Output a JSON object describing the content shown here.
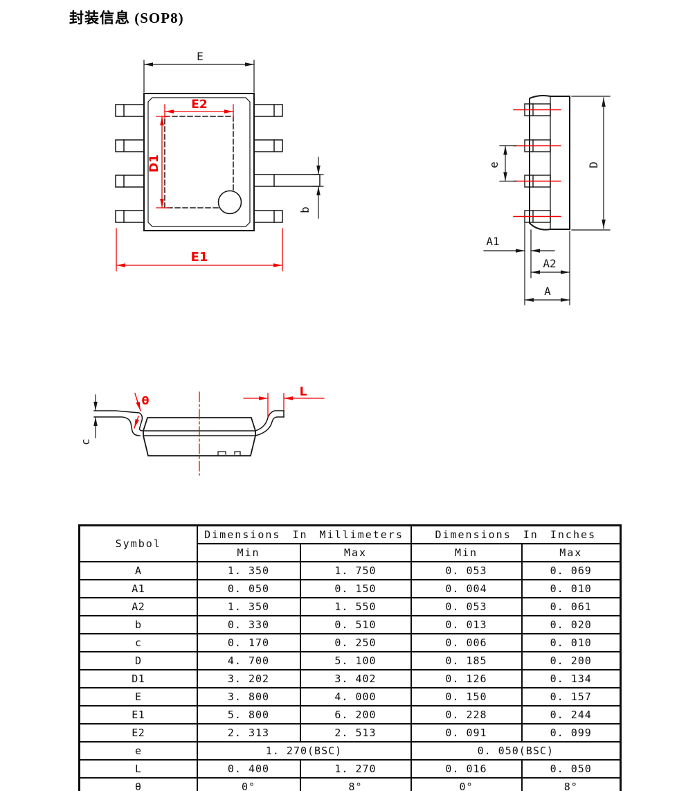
{
  "page": {
    "title": "封装信息 (SOP8)"
  },
  "colors": {
    "line": "#161616",
    "red": "#f10000",
    "background": "#ffffff"
  },
  "top_view": {
    "name": "package top view",
    "labels": {
      "E": "E",
      "E2": "E2",
      "D1": "D1",
      "E1": "E1",
      "b": "b"
    }
  },
  "side_view": {
    "name": "package end view",
    "labels": {
      "e": "e",
      "D": "D",
      "A1": "A1",
      "A2": "A2",
      "A": "A"
    }
  },
  "profile_view": {
    "name": "package side profile view",
    "labels": {
      "theta": "θ",
      "L": "L",
      "c": "c"
    }
  },
  "table": {
    "headers": {
      "symbol": "Symbol",
      "mm": "Dimensions In Millimeters",
      "inch": "Dimensions In Inches",
      "min": "Min",
      "max": "Max"
    },
    "rows": [
      {
        "symbol": "A",
        "mm_min": "1. 350",
        "mm_max": "1. 750",
        "in_min": "0. 053",
        "in_max": "0. 069"
      },
      {
        "symbol": "A1",
        "mm_min": "0. 050",
        "mm_max": "0. 150",
        "in_min": "0. 004",
        "in_max": "0. 010"
      },
      {
        "symbol": "A2",
        "mm_min": "1. 350",
        "mm_max": "1. 550",
        "in_min": "0. 053",
        "in_max": "0. 061"
      },
      {
        "symbol": "b",
        "mm_min": "0. 330",
        "mm_max": "0. 510",
        "in_min": "0. 013",
        "in_max": "0. 020"
      },
      {
        "symbol": "c",
        "mm_min": "0. 170",
        "mm_max": "0. 250",
        "in_min": "0. 006",
        "in_max": "0. 010"
      },
      {
        "symbol": "D",
        "mm_min": "4. 700",
        "mm_max": "5. 100",
        "in_min": "0. 185",
        "in_max": "0. 200"
      },
      {
        "symbol": "D1",
        "mm_min": "3. 202",
        "mm_max": "3. 402",
        "in_min": "0. 126",
        "in_max": "0. 134"
      },
      {
        "symbol": "E",
        "mm_min": "3. 800",
        "mm_max": "4. 000",
        "in_min": "0. 150",
        "in_max": "0. 157"
      },
      {
        "symbol": "E1",
        "mm_min": "5. 800",
        "mm_max": "6. 200",
        "in_min": "0. 228",
        "in_max": "0. 244"
      },
      {
        "symbol": "E2",
        "mm_min": "2. 313",
        "mm_max": "2. 513",
        "in_min": "0. 091",
        "in_max": "0. 099"
      },
      {
        "symbol": "e",
        "mm_bsc": "1. 270(BSC)",
        "in_bsc": "0. 050(BSC)"
      },
      {
        "symbol": "L",
        "mm_min": "0. 400",
        "mm_max": "1. 270",
        "in_min": "0. 016",
        "in_max": "0. 050"
      },
      {
        "symbol": "θ",
        "mm_min": "0°",
        "mm_max": "8°",
        "in_min": "0°",
        "in_max": "8°"
      }
    ]
  }
}
